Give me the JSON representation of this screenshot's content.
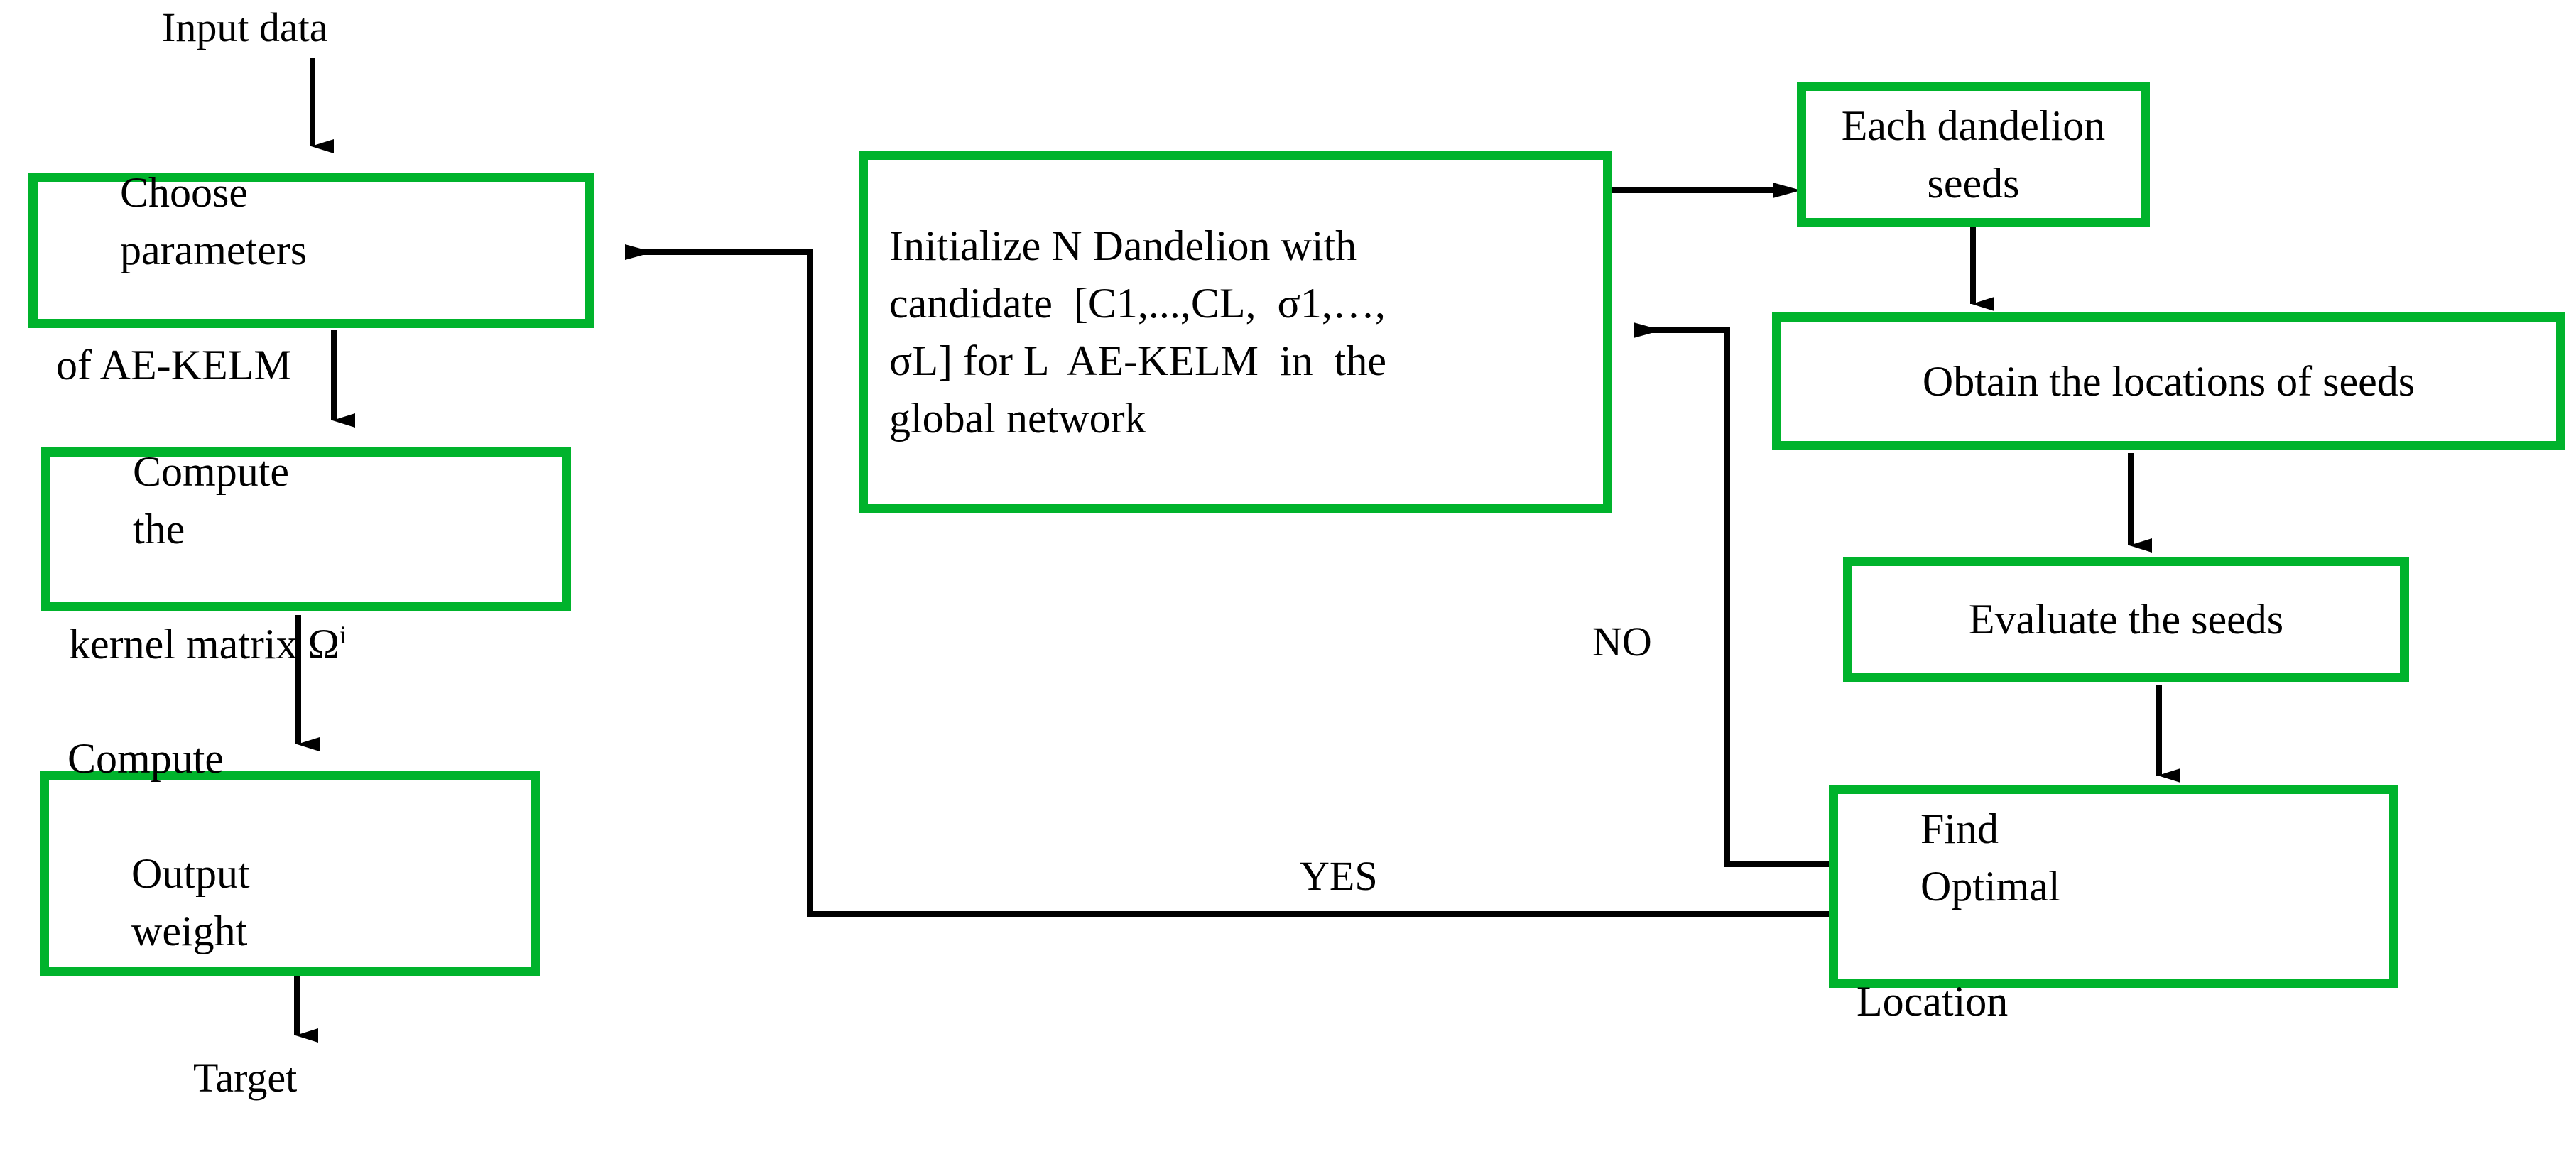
{
  "diagram": {
    "title": "AE-KELM with Dandelion Optimizer flowchart",
    "accent_color": "#00b32c",
    "line_color": "#000000",
    "background": "#ffffff"
  },
  "nodes": {
    "choose": {
      "line1_a": "Choose",
      "line1_b": "parameters",
      "line2": "of AE-KELM"
    },
    "kernel": {
      "line1_a": "Compute",
      "line1_b": "the",
      "line2": "kernel matrix Ω",
      "line2_sup": "i"
    },
    "weight": {
      "line1": "Compute",
      "line2_a": "Output",
      "line2_b": "weight"
    },
    "init": {
      "line1": "Initialize N Dandelion with",
      "line2": "candidate  [C1,...,CL,  σ1,…,",
      "line3": "σL] for L  AE-KELM  in  the",
      "line4": "global network"
    },
    "seeds": {
      "label": "Each dandelion seeds"
    },
    "obtain": {
      "label": "Obtain the locations of seeds"
    },
    "evaluate": {
      "label": "Evaluate the seeds"
    },
    "find": {
      "line1_a": "Find",
      "line1_b": "Optimal",
      "line2": "Location"
    }
  },
  "labels": {
    "input": "Input data",
    "target": "Target",
    "no": "NO",
    "yes": "YES"
  },
  "edges": [
    {
      "name": "input-to-choose",
      "from": "Input data",
      "to": "Choose parameters of AE-KELM",
      "label": ""
    },
    {
      "name": "choose-to-kernel",
      "from": "Choose parameters of AE-KELM",
      "to": "Compute the kernel matrix",
      "label": ""
    },
    {
      "name": "kernel-to-weight",
      "from": "Compute the kernel matrix",
      "to": "Compute Output weight",
      "label": ""
    },
    {
      "name": "weight-to-target",
      "from": "Compute Output weight",
      "to": "Target",
      "label": ""
    },
    {
      "name": "init-to-seeds",
      "from": "Initialize N Dandelion",
      "to": "Each dandelion seeds",
      "label": ""
    },
    {
      "name": "seeds-to-obtain",
      "from": "Each dandelion seeds",
      "to": "Obtain the locations of seeds",
      "label": ""
    },
    {
      "name": "obtain-to-evaluate",
      "from": "Obtain the locations of seeds",
      "to": "Evaluate the seeds",
      "label": ""
    },
    {
      "name": "evaluate-to-find",
      "from": "Evaluate the seeds",
      "to": "Find Optimal Location",
      "label": ""
    },
    {
      "name": "find-to-init-no",
      "from": "Find Optimal Location",
      "to": "Initialize N Dandelion",
      "label": "NO"
    },
    {
      "name": "find-to-choose-yes",
      "from": "Find Optimal Location",
      "to": "Choose parameters of AE-KELM",
      "label": "YES"
    }
  ]
}
